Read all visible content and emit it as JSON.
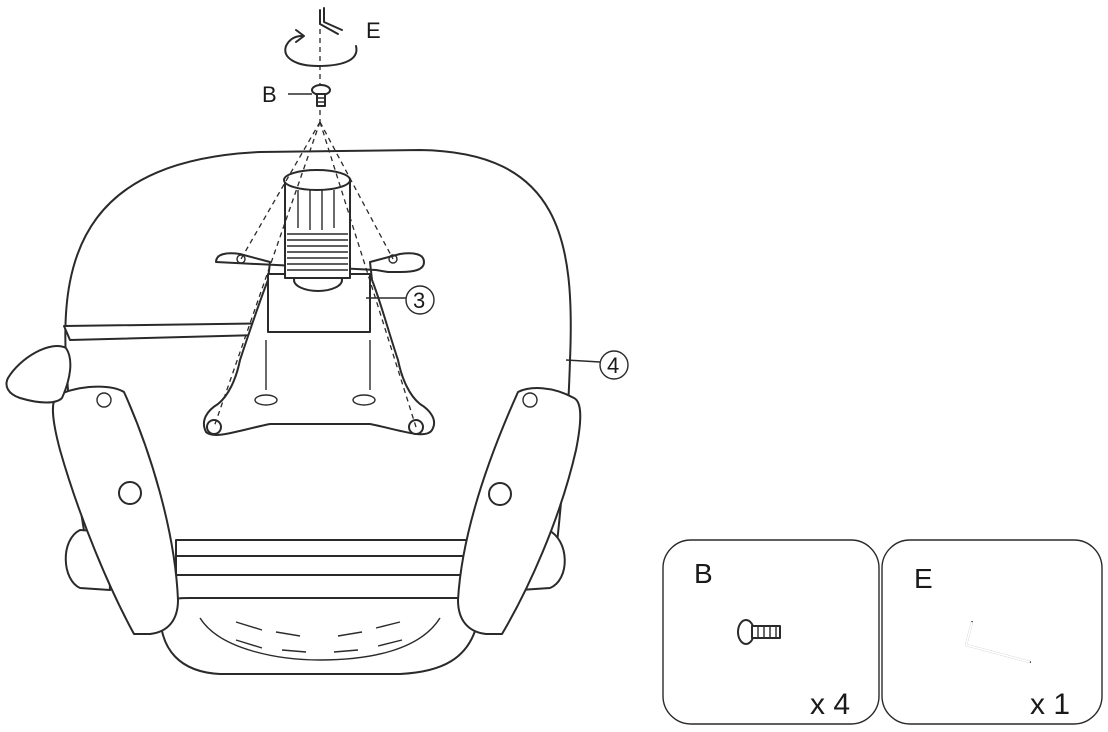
{
  "callouts": {
    "hex_key": "E",
    "screw": "B",
    "mechanism": "3",
    "seat": "4"
  },
  "parts": [
    {
      "letter": "B",
      "quantity": "x 4",
      "icon": "screw-icon"
    },
    {
      "letter": "E",
      "quantity": "x 1",
      "icon": "allen-key-icon"
    }
  ]
}
